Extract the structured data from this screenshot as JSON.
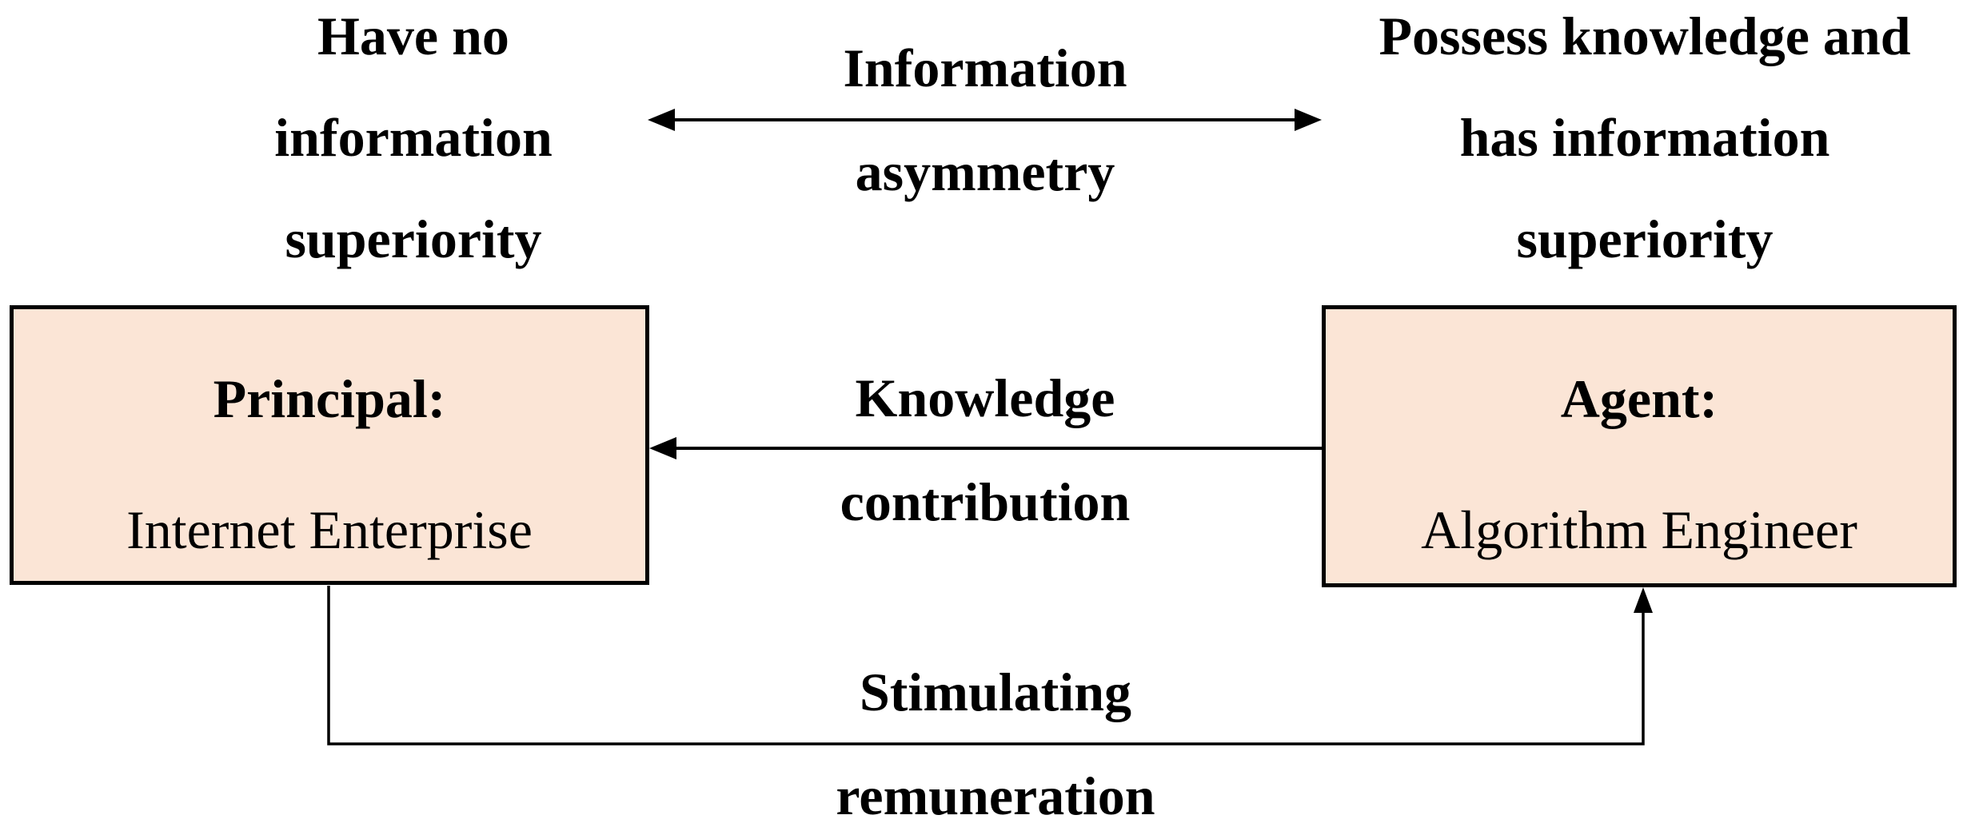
{
  "figure": {
    "description": "Principal-agent relationship diagram",
    "background_color": "#ffffff",
    "box_fill_color": "#fbe5d6",
    "box_border_color": "#000000",
    "text_color": "#000000"
  },
  "nodes": {
    "principal": {
      "title": "Principal:",
      "subtitle": "Internet Enterprise",
      "note_lines": [
        "Have no",
        "information",
        "superiority"
      ]
    },
    "agent": {
      "title": "Agent:",
      "subtitle": "Algorithm Engineer",
      "note_lines": [
        "Possess knowledge and",
        "has information",
        "superiority"
      ]
    }
  },
  "edges": {
    "information_asymmetry": {
      "label_lines": [
        "Information",
        "asymmetry"
      ],
      "from": "principal",
      "to": "agent",
      "direction": "bidirectional"
    },
    "knowledge_contribution": {
      "label_lines": [
        "Knowledge",
        "contribution"
      ],
      "from": "agent",
      "to": "principal",
      "direction": "one-way"
    },
    "stimulating_remuneration": {
      "label_lines": [
        "Stimulating",
        "remuneration"
      ],
      "from": "principal",
      "to": "agent",
      "direction": "one-way"
    }
  }
}
